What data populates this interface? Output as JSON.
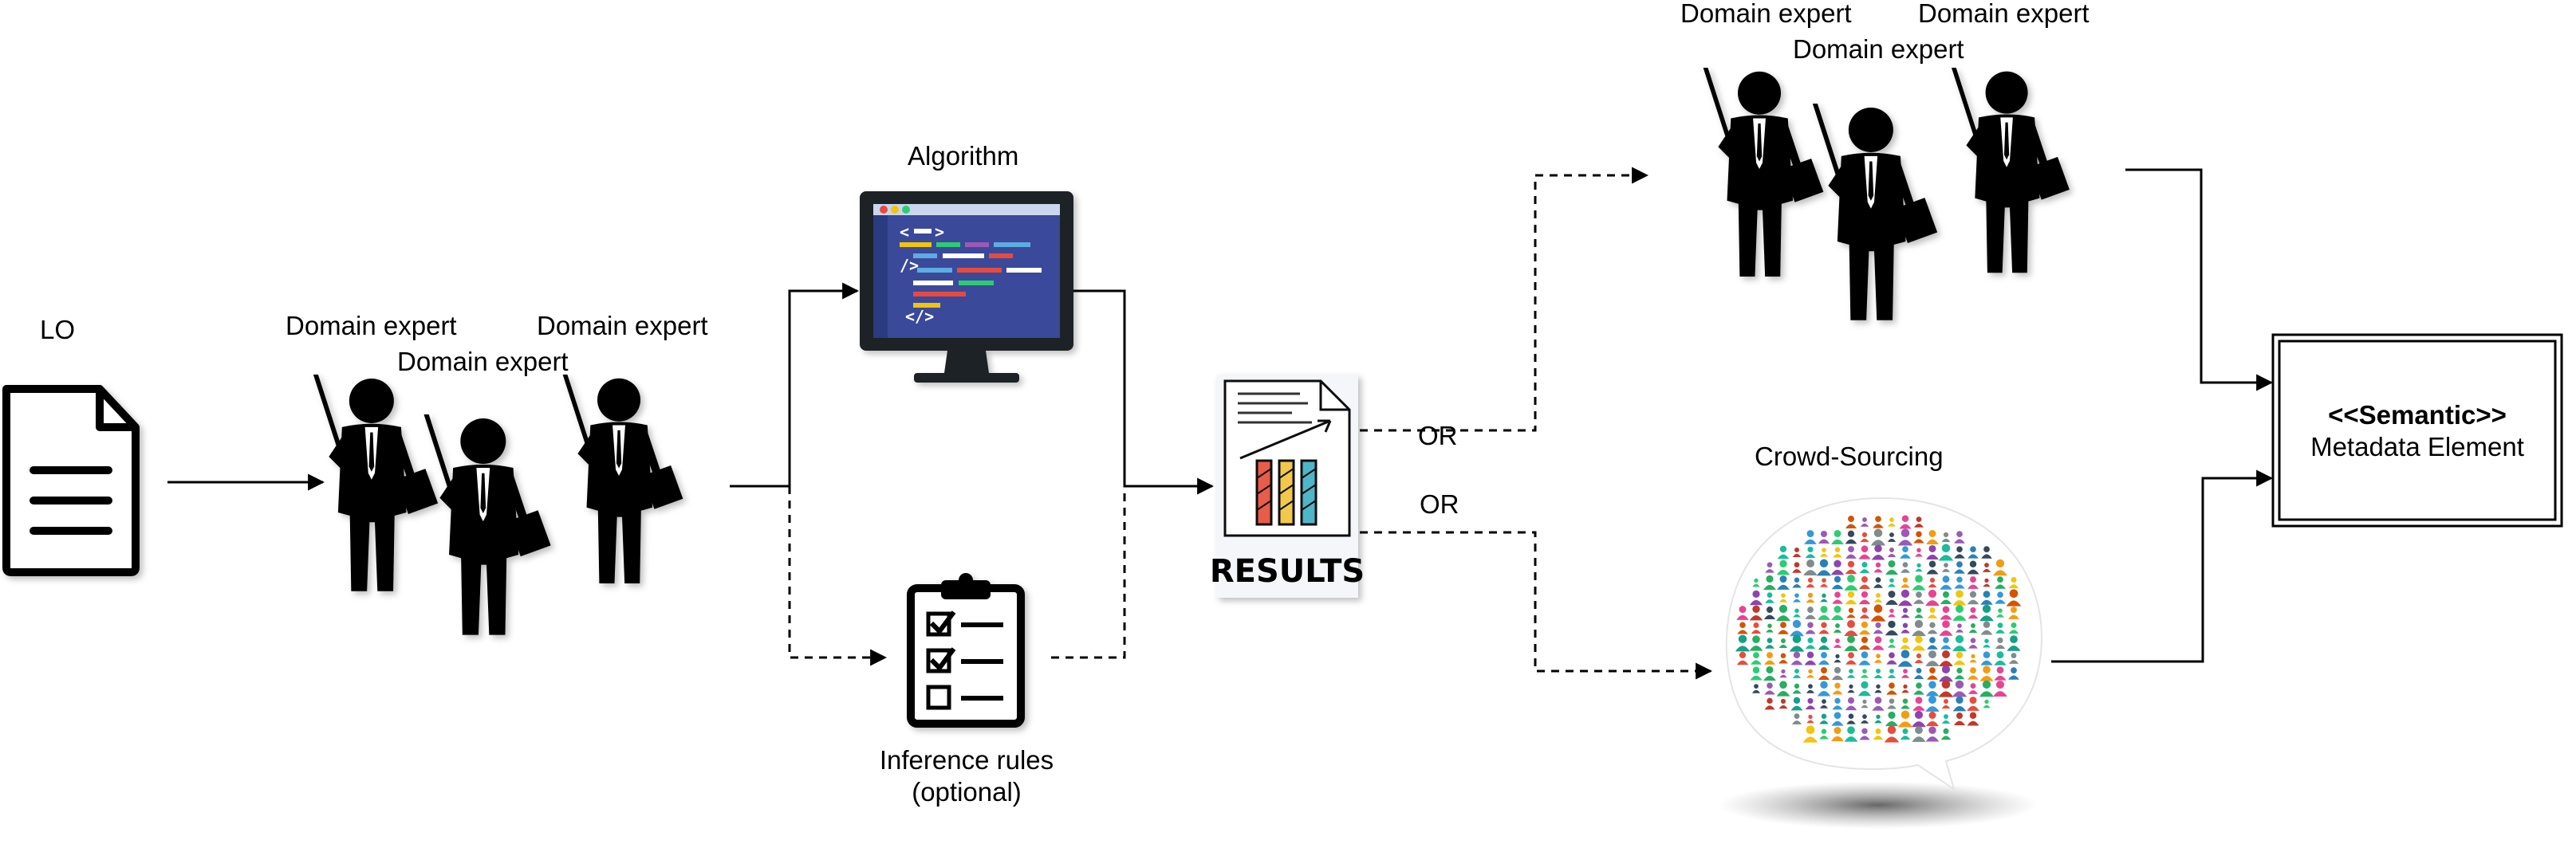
{
  "labels": {
    "lo": "LO",
    "expert_left_1": "Domain expert",
    "expert_left_2": "Domain expert",
    "expert_left_3": "Domain expert",
    "algorithm": "Algorithm",
    "inference_line1": "Inference rules",
    "inference_line2": "(optional)",
    "results": "RESULTS",
    "or_top": "OR",
    "or_bottom": "OR",
    "expert_right_1": "Domain expert",
    "expert_right_2": "Domain expert",
    "expert_right_3": "Domain expert",
    "crowd": "Crowd-Sourcing",
    "semantic_line1": "<<Semantic>>",
    "semantic_line2": "Metadata Element"
  },
  "colors": {
    "monitor_screen": "#3a4a9a",
    "monitor_frame": "#1f2128",
    "bars": [
      "#e85c4a",
      "#f2c84b",
      "#4fb6c8"
    ]
  }
}
